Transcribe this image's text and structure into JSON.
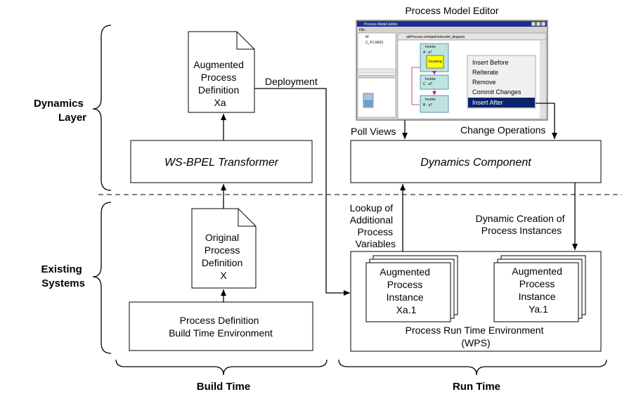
{
  "layers": {
    "dynamics": [
      "Dynamics",
      "Layer"
    ],
    "existing": [
      "Existing",
      "Systems"
    ]
  },
  "phases": {
    "build": "Build Time",
    "run": "Run Time"
  },
  "build_time": {
    "augmented_doc": [
      "Augmented",
      "Process",
      "Definition",
      "Xa"
    ],
    "transformer": "WS-BPEL Transformer",
    "original_doc": [
      "Original",
      "Process",
      "Definition",
      "X"
    ],
    "build_env": [
      "Process Definition",
      "Build Time Environment"
    ]
  },
  "run_time": {
    "editor_title": "Process Model Editor",
    "dynamics_component": "Dynamics Component",
    "poll_views": "Poll Views",
    "change_operations": "Change Operations",
    "lookup": [
      "Lookup of",
      "Additional",
      "Process",
      "Variables"
    ],
    "dynamic_creation": [
      "Dynamic Creation of",
      "Process Instances"
    ],
    "instance_xa": [
      "Augmented",
      "Process",
      "Instance",
      "Xa.1"
    ],
    "instance_ya": [
      "Augmented",
      "Process",
      "Instance",
      "Ya.1"
    ],
    "run_env": [
      "Process Run Time Environment",
      "(WPS)"
    ]
  },
  "deployment": "Deployment",
  "editor_screenshot": {
    "window_title": "Process Model Editor",
    "menu_bar": "File",
    "tab_label": "abProcess.simbpelnstmodel_diagram",
    "tree_item": "C_P1:9003",
    "blocks": [
      "Invoke",
      "A : a?",
      "Invoke",
      "C : a?",
      "Invoke",
      "B : a?"
    ],
    "highlight_label": "Invoking",
    "context_menu": [
      "Insert Before",
      "ReIterate",
      "Remove",
      "Commit Changes",
      "Insert After"
    ]
  }
}
